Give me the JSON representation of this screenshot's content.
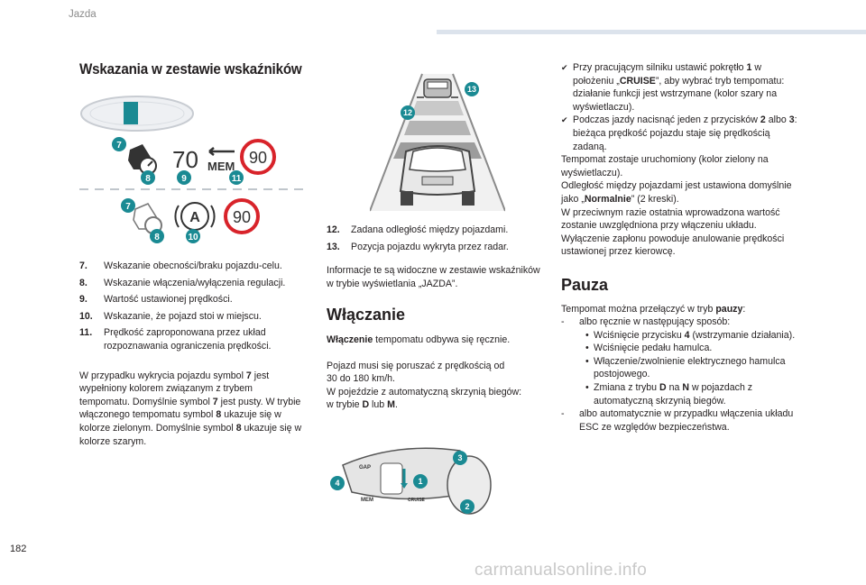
{
  "header": {
    "section": "Jazda"
  },
  "title": "Wskazania w zestawie wskaźników",
  "figure_left": {
    "speed": "70",
    "mem": "MEM",
    "limit_top": "90",
    "limit_bottom": "90",
    "auto_badge": "A",
    "callouts": {
      "c7": "7",
      "c8": "8",
      "c9": "9",
      "c10": "10",
      "c11": "11"
    }
  },
  "figure_road": {
    "callouts": {
      "c12": "12",
      "c13": "13"
    }
  },
  "figure_stalk": {
    "callouts": {
      "c1": "1",
      "c2": "2",
      "c3": "3",
      "c4": "4"
    },
    "labels": {
      "gap": "GAP",
      "mem": "MEM",
      "cruise": "CRUISE"
    }
  },
  "col1": {
    "items": [
      {
        "num": "7.",
        "text": "Wskazanie obecności/braku pojazdu-celu."
      },
      {
        "num": "8.",
        "text": "Wskazanie włączenia/wyłączenia regulacji."
      },
      {
        "num": "9.",
        "text": "Wartość ustawionej prędkości."
      },
      {
        "num": "10.",
        "text": "Wskazanie, że pojazd stoi w miejscu."
      },
      {
        "num": "11.",
        "text": "Prędkość zaproponowana przez układ rozpoznawania ograniczenia prędkości."
      }
    ],
    "para": {
      "p1": "W przypadku wykrycia pojazdu symbol ",
      "b1": "7",
      "p2": " jest wypełniony kolorem związanym z trybem tempomatu. Domyślnie symbol ",
      "b2": "7",
      "p3": " jest pusty. W trybie włączonego tempomatu symbol ",
      "b3": "8",
      "p4": " ukazuje się w kolorze zielonym. Domyślnie symbol ",
      "b4": "8",
      "p5": " ukazuje się w kolorze szarym."
    }
  },
  "col2": {
    "items": [
      {
        "num": "12.",
        "text": "Zadana odległość między pojazdami."
      },
      {
        "num": "13.",
        "text": "Pozycja pojazdu wykryta przez radar."
      }
    ],
    "info": "Informacje te są widoczne w zestawie wskaźników w trybie wyświetlania „JAZDA”.",
    "heading": "Włączanie",
    "p1_bold": "Włączenie",
    "p1_rest": " tempomatu odbywa się ręcznie.",
    "p2_l1": "Pojazd musi się poruszać z prędkością od",
    "p2_l2": "30 do 180 km/h.",
    "p2_l3": "W pojeździe z automatyczną skrzynią biegów:",
    "p2_l4a": "w trybie ",
    "p2_l4b": "D",
    "p2_l4c": " lub ",
    "p2_l4d": "M",
    "p2_l4e": "."
  },
  "col3": {
    "b1_a": "Przy pracującym silniku ustawić pokrętło ",
    "b1_b": "1",
    "b1_c": " w położeniu „",
    "b1_d": "CRUISE",
    "b1_e": "”, aby wybrać tryb tempomatu: działanie funkcji jest wstrzymane (kolor szary na wyświetlaczu).",
    "b2_a": "Podczas jazdy nacisnąć jeden z przycisków ",
    "b2_b": "2",
    "b2_c": " albo ",
    "b2_d": "3",
    "b2_e": ": bieżąca prędkość pojazdu staje się prędkością zadaną.",
    "p1": "Tempomat zostaje uruchomiony (kolor zielony na wyświetlaczu).",
    "p2_a": "Odległość między pojazdami jest ustawiona domyślnie jako „",
    "p2_b": "Normalnie",
    "p2_c": "” (2 kreski).",
    "p3": "W przeciwnym razie ostatnia wprowadzona wartość zostanie uwzględniona przy włączeniu układu.",
    "p4": "Wyłączenie zapłonu powoduje anulowanie prędkości ustawionej przez kierowcę.",
    "heading": "Pauza",
    "pz_a": "Tempomat można przełączyć w tryb ",
    "pz_b": "pauzy",
    "pz_c": ":",
    "d1": "albo ręcznie w następujący sposób:",
    "s1_a": "Wciśnięcie przycisku ",
    "s1_b": "4",
    "s1_c": " (wstrzymanie działania).",
    "s2": "Wciśnięcie pedału hamulca.",
    "s3": "Włączenie/zwolnienie elektrycznego hamulca postojowego.",
    "s4_a": "Zmiana z trybu ",
    "s4_b": "D",
    "s4_c": " na ",
    "s4_d": "N",
    "s4_e": " w pojazdach z automatyczną skrzynią biegów.",
    "d2": "albo automatycznie w przypadku włączenia układu ESC ze względów bezpieczeństwa."
  },
  "footer": {
    "page": "182",
    "watermark": "carmanualsonline.info"
  },
  "colors": {
    "callout": "#1a8a93",
    "limit_ring": "#d8232a",
    "header_bar": "#dce3ec"
  }
}
